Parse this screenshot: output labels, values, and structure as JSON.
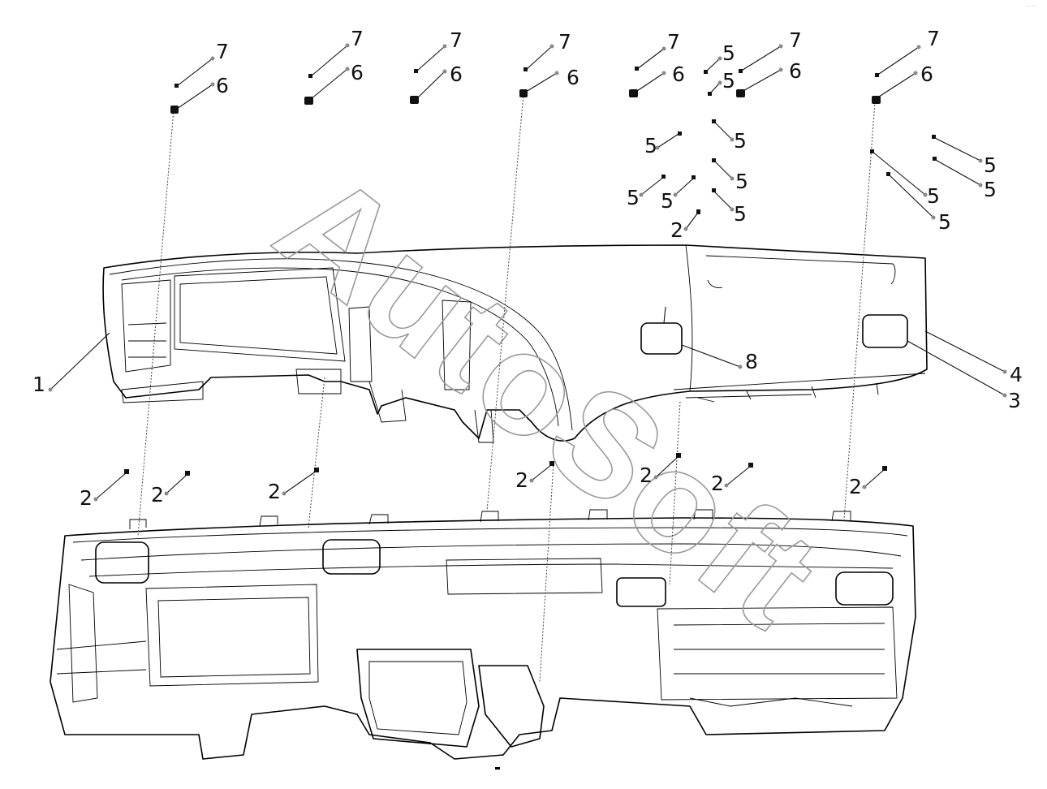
{
  "corner_text": "·· ···",
  "watermark": "AutoSoft",
  "callouts": [
    {
      "id": "c7a",
      "text": "7"
    },
    {
      "id": "c6a",
      "text": "6"
    },
    {
      "id": "c7b",
      "text": "7"
    },
    {
      "id": "c6b",
      "text": "6"
    },
    {
      "id": "c7c",
      "text": "7"
    },
    {
      "id": "c6c",
      "text": "6"
    },
    {
      "id": "c7d",
      "text": "7"
    },
    {
      "id": "c6d",
      "text": "6"
    },
    {
      "id": "c7e",
      "text": "7"
    },
    {
      "id": "c6e",
      "text": "6"
    },
    {
      "id": "c5a",
      "text": "5"
    },
    {
      "id": "c5b",
      "text": "5"
    },
    {
      "id": "c7f",
      "text": "7"
    },
    {
      "id": "c6f",
      "text": "6"
    },
    {
      "id": "c7g",
      "text": "7"
    },
    {
      "id": "c6g",
      "text": "6"
    },
    {
      "id": "c5c",
      "text": "5"
    },
    {
      "id": "c5d",
      "text": "5"
    },
    {
      "id": "c5e",
      "text": "5"
    },
    {
      "id": "c5f",
      "text": "5"
    },
    {
      "id": "c5g",
      "text": "5"
    },
    {
      "id": "c5h",
      "text": "5"
    },
    {
      "id": "c5i",
      "text": "5"
    },
    {
      "id": "c5j",
      "text": "5"
    },
    {
      "id": "c5k",
      "text": "5"
    },
    {
      "id": "c5l",
      "text": "5"
    },
    {
      "id": "c2top",
      "text": "2"
    },
    {
      "id": "c1",
      "text": "1"
    },
    {
      "id": "c8",
      "text": "8"
    },
    {
      "id": "c4",
      "text": "4"
    },
    {
      "id": "c3",
      "text": "3"
    },
    {
      "id": "c2a",
      "text": "2"
    },
    {
      "id": "c2b",
      "text": "2"
    },
    {
      "id": "c2c",
      "text": "2"
    },
    {
      "id": "c2d",
      "text": "2"
    },
    {
      "id": "c2e",
      "text": "2"
    },
    {
      "id": "c2f",
      "text": "2"
    },
    {
      "id": "c2g",
      "text": "2"
    }
  ]
}
